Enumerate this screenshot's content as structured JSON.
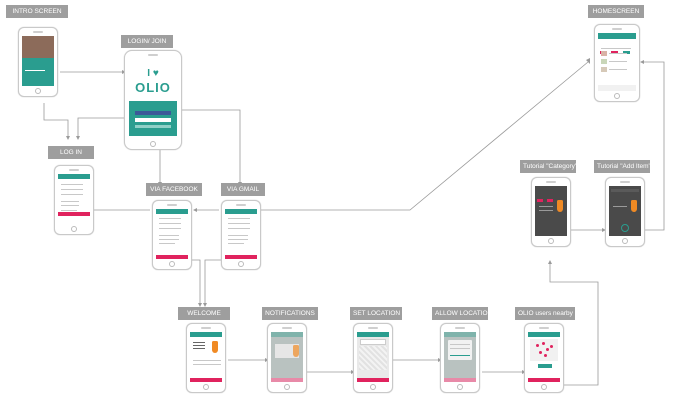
{
  "labels": {
    "intro": "INTRO SCREEN",
    "login_join": "LOGIN/ JOIN",
    "log_in": "LOG IN",
    "via_facebook": "VIA FACEBOOK",
    "via_gmail": "VIA GMAIL",
    "welcome": "WELCOME",
    "notifications": "NOTIFICATIONS",
    "set_location": "SET LOCATION",
    "allow_location": "ALLOW LOCATION",
    "users_nearby": "OLIO users nearby",
    "homescreen": "HOMESCREEN",
    "tutorial_category": "Tutorial \"Category\"",
    "tutorial_add_item": "Tutorial \"Add Item\""
  },
  "login_screen": {
    "logo_text": "OLIO",
    "logo_prefix": "I"
  },
  "colors": {
    "brand_teal": "#2a9d8f",
    "accent_pink": "#e0235e",
    "label_grey": "#9e9e9e",
    "connector": "#9a9a9a"
  }
}
